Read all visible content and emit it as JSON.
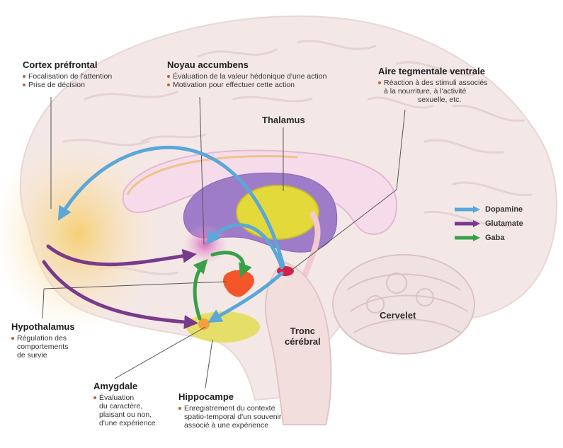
{
  "colors": {
    "dopamine": "#5aa7d8",
    "glutamate": "#7a3a8c",
    "gaba": "#39a049",
    "bullet": "#c45a3a",
    "brain_base": "#f3e6e6",
    "prefrontal_glow": "#f7d27a",
    "thalamus": "#e4d93a",
    "amygdala": "#e3dd5a",
    "hypothalamus": "#f2562a",
    "vta": "#d42048"
  },
  "labels": {
    "cortex": {
      "title": "Cortex préfrontal",
      "items": [
        "Focalisation de l'attention",
        "Prise de décision"
      ]
    },
    "noyau": {
      "title": "Noyau accumbens",
      "items": [
        "Évaluation de la valeur hédonique d'une action",
        "Motivation pour effectuer cette action"
      ]
    },
    "aire": {
      "title": "Aire tegmentale ventrale",
      "text": [
        "Réaction à des stimuli associés",
        "à la nourriture, à l'activité",
        "sexuelle, etc."
      ]
    },
    "hypothalamus": {
      "title": "Hypothalamus",
      "text": [
        "Régulation des",
        "comportements",
        "de survie"
      ]
    },
    "amygdale": {
      "title": "Amygdale",
      "text": [
        "Évaluation",
        "du caractère,",
        "plaisant ou non,",
        "d'une expérience"
      ]
    },
    "hippocampe": {
      "title": "Hippocampe",
      "text": [
        "Enregistrement du contexte",
        "spatio-temporal d'un souvenir",
        "associé à une expérience"
      ]
    }
  },
  "structures": {
    "thalamus": "Thalamus",
    "cervelet": "Cervelet",
    "tronc": [
      "Tronc",
      "cérébral"
    ]
  },
  "legend": [
    {
      "name": "Dopamine",
      "color": "#5aa7d8"
    },
    {
      "name": "Glutamate",
      "color": "#7a3a8c"
    },
    {
      "name": "Gaba",
      "color": "#39a049"
    }
  ]
}
